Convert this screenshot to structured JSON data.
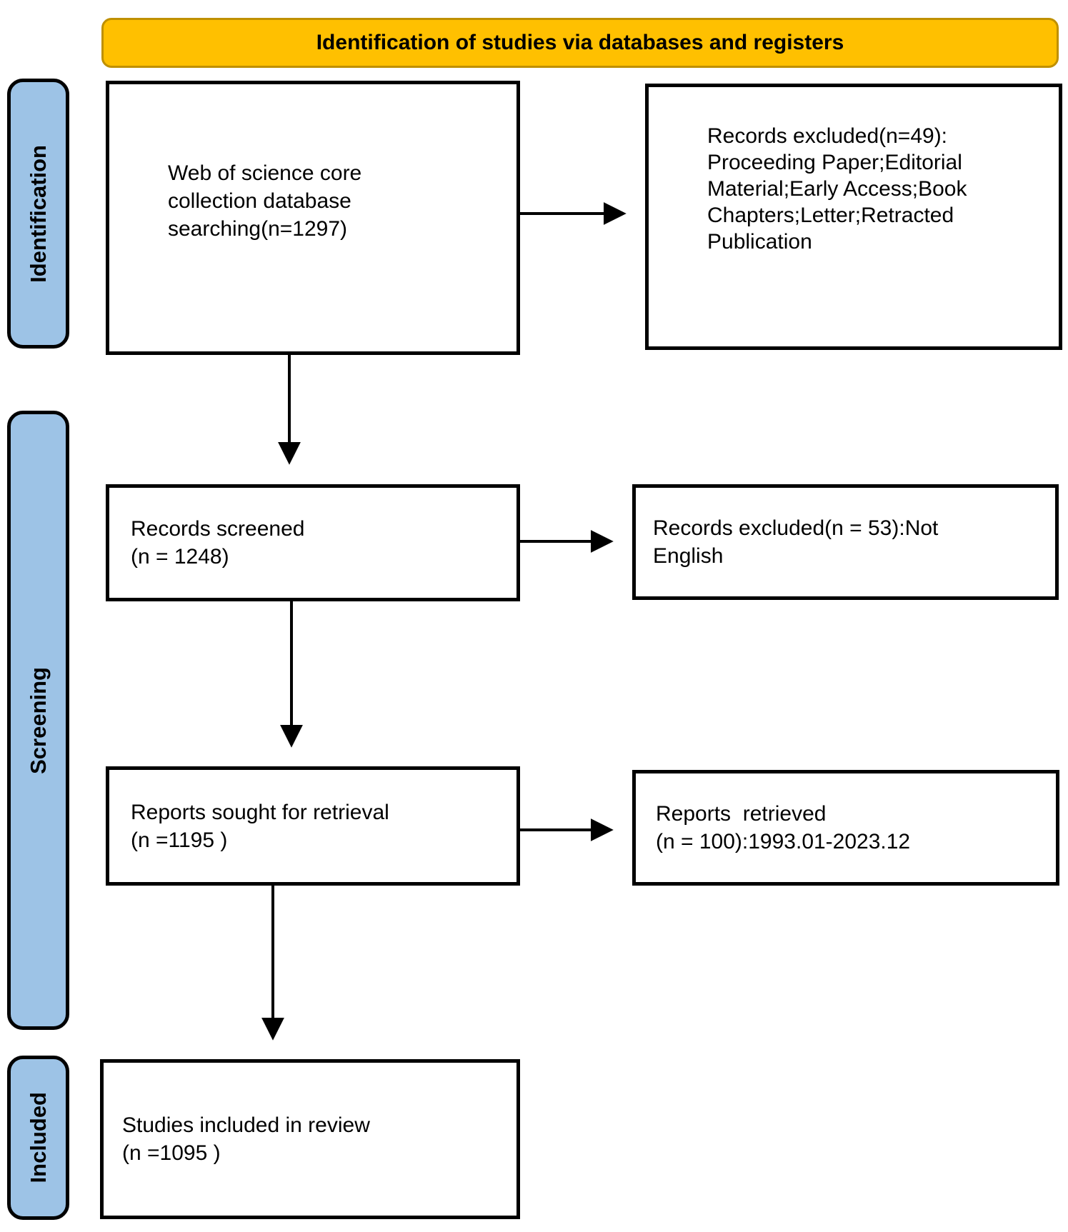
{
  "banner": {
    "label": "Identification of studies via databases and registers"
  },
  "stages": [
    {
      "label": "Identification"
    },
    {
      "label": "Screening"
    },
    {
      "label": "Included"
    }
  ],
  "flow": {
    "left_boxes": [
      {
        "lines": [
          "Web of science core",
          "collection database",
          "searching(n=1297)"
        ]
      },
      {
        "lines": [
          "Records screened",
          "(n = 1248)"
        ]
      },
      {
        "lines": [
          "Reports sought for retrieval",
          "(n =1195 )"
        ]
      },
      {
        "lines": [
          "Studies included in review",
          "(n =1095 )"
        ]
      }
    ],
    "right_boxes": [
      {
        "lines": [
          "Records excluded(n=49):",
          "Proceeding Paper;Editorial",
          "Material;Early Access;Book",
          "Chapters;Letter;Retracted",
          "Publication"
        ]
      },
      {
        "lines": [
          "Records excluded(n = 53):Not",
          "English"
        ]
      },
      {
        "lines": [
          "Reports  retrieved",
          "(n = 100):1993.01-2023.12"
        ]
      }
    ]
  },
  "colors": {
    "banner_bg": "#FFC000",
    "banner_border": "#BF9000",
    "stage_bg": "#9DC3E6",
    "box_border": "#000000",
    "arrow": "#000000",
    "text": "#000000"
  }
}
